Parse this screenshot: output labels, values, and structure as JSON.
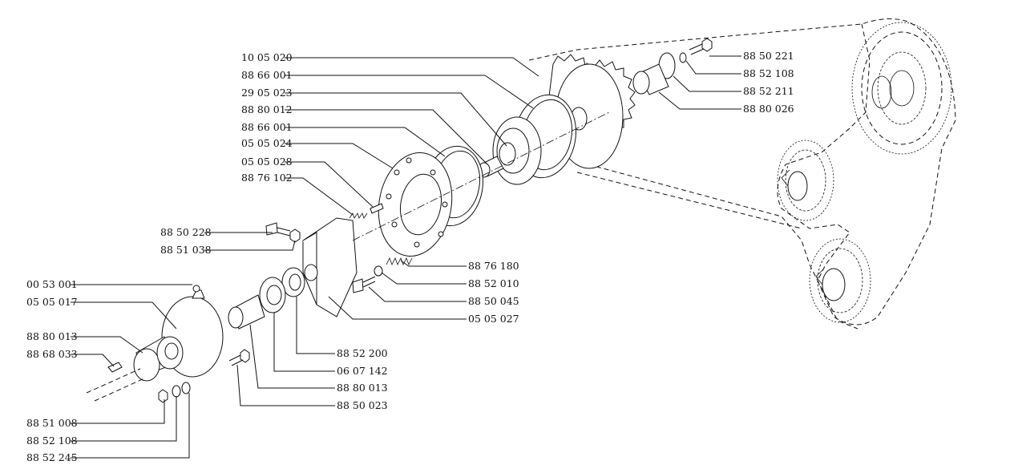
{
  "callouts": [
    {
      "id": "10-05-020",
      "text": "10 05 020"
    },
    {
      "id": "88-66-001-a",
      "text": "88 66 001"
    },
    {
      "id": "29-05-023",
      "text": "29 05 023"
    },
    {
      "id": "88-80-012",
      "text": "88 80 012"
    },
    {
      "id": "88-66-001-b",
      "text": "88 66 001"
    },
    {
      "id": "05-05-024",
      "text": "05 05 024"
    },
    {
      "id": "05-05-028",
      "text": "05 05 028"
    },
    {
      "id": "88-76-102",
      "text": "88 76 102"
    },
    {
      "id": "88-50-228",
      "text": "88 50 228"
    },
    {
      "id": "88-51-038",
      "text": "88 51 038"
    },
    {
      "id": "00-53-001",
      "text": "00 53 001"
    },
    {
      "id": "05-05-017",
      "text": "05 05 017"
    },
    {
      "id": "88-80-013-a",
      "text": "88 80 013"
    },
    {
      "id": "88-68-033",
      "text": "88 68 033"
    },
    {
      "id": "88-51-008",
      "text": "88 51 008"
    },
    {
      "id": "88-52-108-a",
      "text": "88 52 108"
    },
    {
      "id": "88-52-245",
      "text": "88 52 245"
    },
    {
      "id": "88-50-221",
      "text": "88 50 221"
    },
    {
      "id": "88-52-108-b",
      "text": "88 52 108"
    },
    {
      "id": "88-52-211",
      "text": "88 52 211"
    },
    {
      "id": "88-80-026",
      "text": "88 80 026"
    },
    {
      "id": "88-76-180",
      "text": "88 76 180"
    },
    {
      "id": "88-52-010",
      "text": "88 52 010"
    },
    {
      "id": "88-50-045",
      "text": "88 50 045"
    },
    {
      "id": "05-05-027",
      "text": "05 05 027"
    },
    {
      "id": "88-52-200",
      "text": "88 52 200"
    },
    {
      "id": "06-07-142",
      "text": "06 07 142"
    },
    {
      "id": "88-80-013-b",
      "text": "88 80 013"
    },
    {
      "id": "88-50-023",
      "text": "88 50 023"
    }
  ]
}
